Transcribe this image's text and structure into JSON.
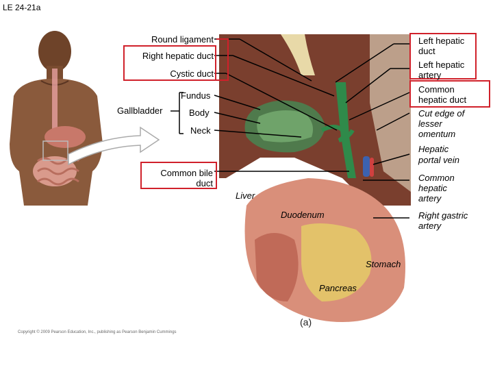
{
  "figure_id": "LE 24-21a",
  "panel_label": "(a)",
  "copyright": "Copyright © 2009 Pearson Education, Inc., publishing as Pearson Benjamin Cummings",
  "labels_left": {
    "round_ligament": "Round ligament",
    "right_hepatic_duct": "Right hepatic duct",
    "cystic_duct": "Cystic duct",
    "fundus": "Fundus",
    "gallbladder": "Gallbladder",
    "body": "Body",
    "neck": "Neck",
    "common_bile_duct_1": "Common bile",
    "common_bile_duct_2": "duct"
  },
  "labels_right": {
    "left_hepatic_duct_1": "Left hepatic",
    "left_hepatic_duct_2": "duct",
    "left_hepatic_artery_1": "Left hepatic",
    "left_hepatic_artery_2": "artery",
    "common_hepatic_duct_1": "Common",
    "common_hepatic_duct_2": "hepatic duct",
    "cut_edge_1": "Cut edge of",
    "cut_edge_2": "lesser",
    "cut_edge_3": "omentum",
    "hepatic_portal_vein_1": "Hepatic",
    "hepatic_portal_vein_2": "portal vein",
    "common_hepatic_artery_1": "Common",
    "common_hepatic_artery_2": "hepatic",
    "common_hepatic_artery_3": "artery",
    "right_gastric_artery_1": "Right gastric",
    "right_gastric_artery_2": "artery"
  },
  "labels_center": {
    "liver": "Liver",
    "duodenum": "Duodenum",
    "stomach": "Stomach",
    "pancreas": "Pancreas"
  },
  "colors": {
    "highlight_box": "#d0202a",
    "liver": "#7a3f2e",
    "gallbladder": "#4f7a4c",
    "bile_duct": "#2f8a4a",
    "skin": "#8a5a3c",
    "duodenum": "#d98f7a",
    "pancreas": "#e3c26a"
  }
}
